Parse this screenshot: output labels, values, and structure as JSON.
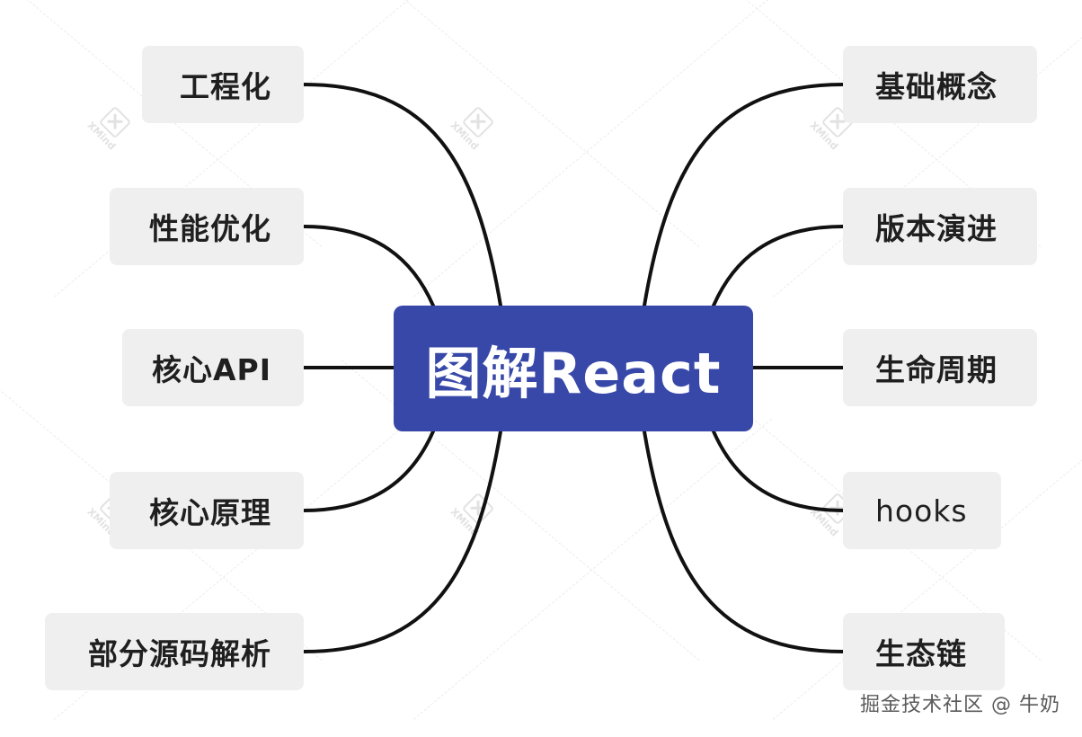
{
  "central_topic": {
    "label": "图解React",
    "color": "#3848a8"
  },
  "left_topics": [
    "工程化",
    "性能优化",
    "核心API",
    "核心原理",
    "部分源码解析"
  ],
  "right_topics": [
    "基础概念",
    "版本演进",
    "生命周期",
    "hooks",
    "生态链"
  ],
  "watermark": {
    "text": "XMind"
  },
  "footer": {
    "text": "掘金技术社区 @ 牛奶"
  }
}
